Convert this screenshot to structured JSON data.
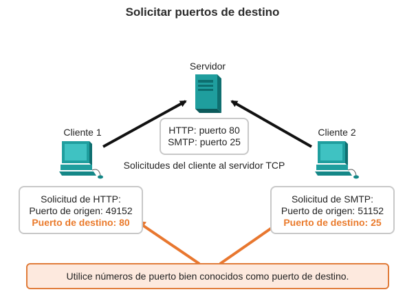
{
  "title": "Solicitar puertos de destino",
  "server": {
    "label": "Servidor",
    "icon": "server-tower-icon"
  },
  "server_ports": {
    "line1": "HTTP: puerto 80",
    "line2": "SMTP: puerto 25"
  },
  "caption": "Solicitudes del cliente al servidor TCP",
  "client1": {
    "label": "Cliente 1",
    "icon": "desktop-computer-icon",
    "request_line1": "Solicitud de HTTP:",
    "request_line2": "Puerto de origen: 49152",
    "request_line3": "Puerto de destino: 80"
  },
  "client2": {
    "label": "Cliente 2",
    "icon": "desktop-computer-icon",
    "request_line1": "Solicitud de SMTP:",
    "request_line2": "Puerto de origen: 51152",
    "request_line3": "Puerto de destino: 25"
  },
  "note": "Utilice números de puerto bien conocidos como puerto de destino.",
  "colors": {
    "teal": "#1a9a9a",
    "orange": "#ea7a2b",
    "note_bg": "#fde9de",
    "arrow": "#111111"
  }
}
